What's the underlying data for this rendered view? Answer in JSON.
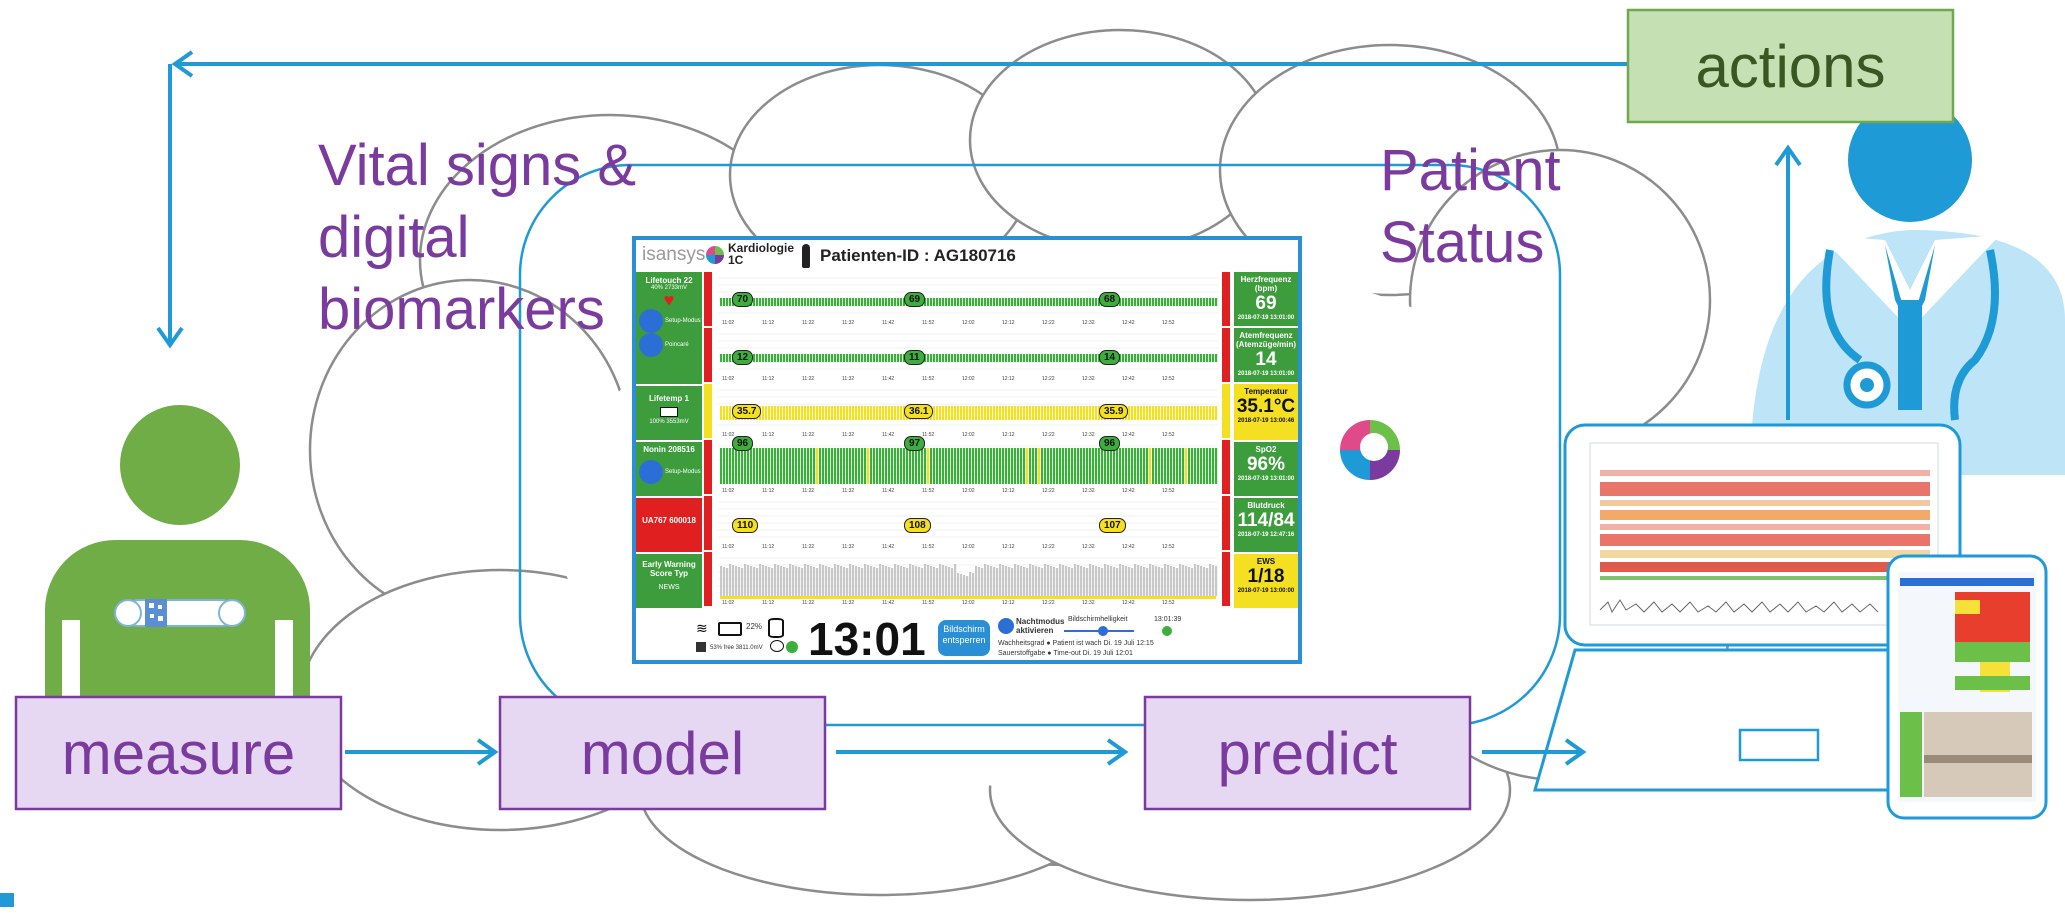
{
  "labels": {
    "actions": "actions",
    "measure": "measure",
    "model": "model",
    "predict": "predict",
    "vital_signs": [
      "Vital signs &",
      "digital",
      "biomarkers"
    ],
    "patient_status": [
      "Patient",
      "Status"
    ]
  },
  "colors": {
    "arrow": "#1f9ad6",
    "process_box_fill": "#e6d8f2",
    "process_box_border": "#7a3a9e",
    "actions_fill": "#c5e0b3",
    "actions_border": "#6fa84f",
    "actions_text": "#385723",
    "patient_green": "#70ad47",
    "clinician_blue": "#1e9ad6",
    "clinician_light": "#bde4f7",
    "cloud_stroke": "#8c8c8c"
  },
  "tablet": {
    "logo": "isansys",
    "ward": [
      "Kardiologie",
      "1C"
    ],
    "patient_id": "Patienten-ID : AG180716",
    "left_tiles": [
      {
        "title": "Lifetouch 22",
        "sub": "40% 2733mV",
        "extra1": "Setup-Modus",
        "extra2": "Poincaré"
      },
      {
        "title": "Lifetemp 1",
        "sub": "100% 3553mV"
      },
      {
        "title": "Nonin 208516",
        "sub": "Setup-Modus"
      },
      {
        "title": "UA767 600018"
      },
      {
        "title": "Early Warning Score Typ",
        "sub": "NEWS"
      }
    ],
    "right_tiles": [
      {
        "title": "Herzfrequenz (bpm)",
        "value": "69",
        "time": "2018-07-19 13:01:00"
      },
      {
        "title": "Atemfrequenz (Atemzüge/min)",
        "value": "14",
        "time": "2018-07-19 13:01:00"
      },
      {
        "title": "Temperatur",
        "value": "35.1°C",
        "time": "2018-07-19 13:00:46"
      },
      {
        "title": "SpO2",
        "value": "96%",
        "time": "2018-07-19 13:01:00"
      },
      {
        "title": "Blutdruck",
        "value": "114/84",
        "time": "2018-07-19 12:47:16"
      },
      {
        "title": "EWS",
        "value": "1/18",
        "time": "2018-07-19 13:00:00"
      }
    ],
    "markers": [
      [
        "70",
        "69",
        "68"
      ],
      [
        "12",
        "11",
        "14"
      ],
      [
        "35.7",
        "36.1",
        "35.9"
      ],
      [
        "96",
        "97",
        "96"
      ],
      [
        "110",
        "108",
        "107"
      ]
    ],
    "time_ticks": [
      "11:02",
      "11:12",
      "11:22",
      "11:32",
      "11:42",
      "11:52",
      "12:02",
      "12:12",
      "12:22",
      "12:32",
      "12:42",
      "12:52"
    ],
    "footer": {
      "battery": "22%",
      "storage": "53% free 3811.0mV",
      "clock": "13:01",
      "unlock": "Bildschirm entsperren",
      "night_mode": "Nachtmodus aktivieren",
      "brightness": "Bildschirmhelligkeit",
      "time_small": "13:01:39",
      "status1": "Wachheitsgrad  ● Patient ist wach  Di. 19 Juli 12:15",
      "status2": "Sauerstoffgabe  ● Time-out  Di. 19 Juli 12:01"
    }
  },
  "laptop": {
    "title": "Patient Status Engine"
  }
}
